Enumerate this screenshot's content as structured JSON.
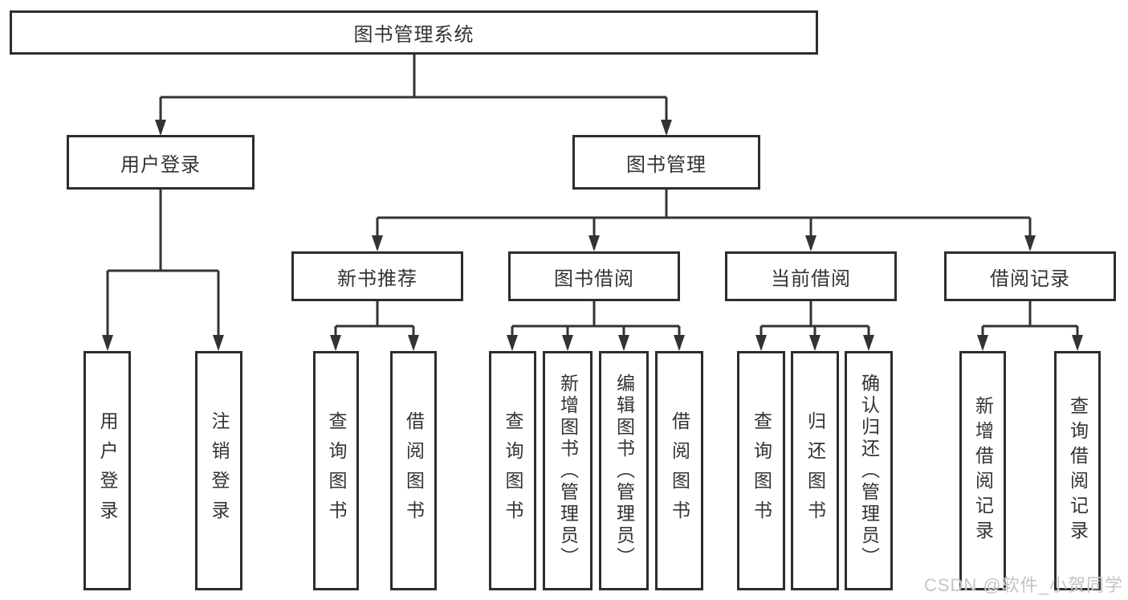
{
  "diagram": {
    "root": {
      "label": "图书管理系统"
    },
    "level2": [
      {
        "label": "用户登录"
      },
      {
        "label": "图书管理"
      }
    ],
    "level3": [
      {
        "label": "新书推荐"
      },
      {
        "label": "图书借阅"
      },
      {
        "label": "当前借阅"
      },
      {
        "label": "借阅记录"
      }
    ],
    "leaves": {
      "user_login_group": [
        "用户登录",
        "注销登录"
      ],
      "new_book_group": [
        "查询图书",
        "借阅图书"
      ],
      "borrowing_group": [
        "查询图书",
        "新增图书（管理员）",
        "编辑图书（管理员）",
        "借阅图书"
      ],
      "current_group": [
        "查询图书",
        "归还图书",
        "确认归还（管理员）"
      ],
      "records_group": [
        "新增借阅记录",
        "查询借阅记录"
      ]
    }
  },
  "watermark": {
    "text": "CSDN @软件_小贺同学"
  },
  "colors": {
    "line": "#333333",
    "border": "#2d2d2d",
    "text": "#333333",
    "watermark": "#c4c4c4",
    "background": "#ffffff"
  }
}
